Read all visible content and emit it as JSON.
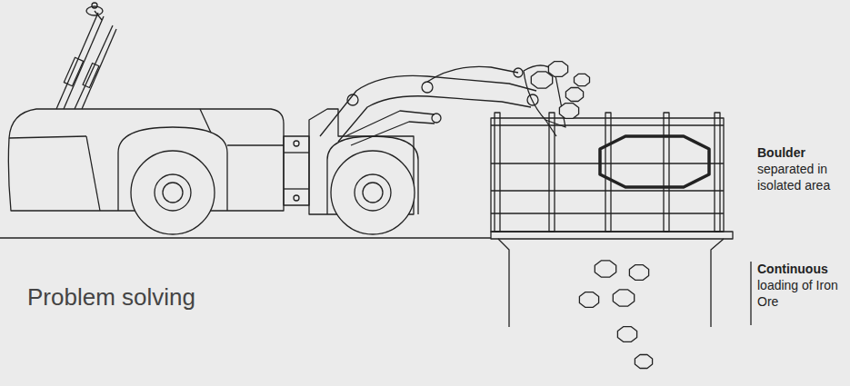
{
  "diagram": {
    "title": "Problem solving",
    "labels": [
      "Boulder",
      "separated in isolated area",
      "Continuous",
      "loading of Iron Ore"
    ]
  }
}
